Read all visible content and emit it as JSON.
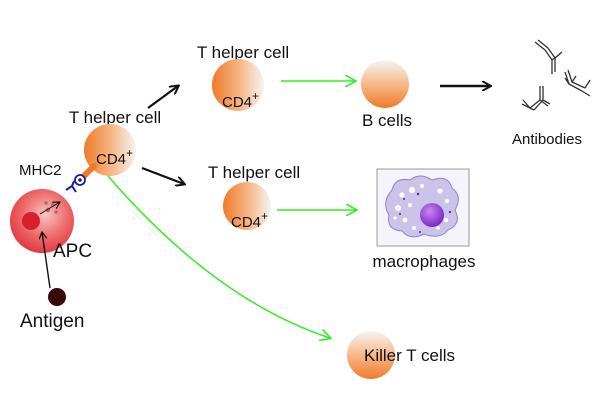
{
  "labels": {
    "th_left": "T helper cell",
    "th_top": "T helper cell",
    "th_mid": "T helper cell",
    "cd4": "CD4",
    "sup": "+",
    "mhc2": "MHC2",
    "apc": "APC",
    "antigen": "Antigen",
    "bcells": "B cells",
    "antibodies": "Antibodies",
    "macrophages": "macrophages",
    "killer": "Killer T cells"
  },
  "colors": {
    "cell_orange": "#f07a2a",
    "cell_light": "#f2f2f2",
    "apc_red": "#e8303a",
    "green_arrow": "#33ee22",
    "black_arrow": "#111111",
    "antigen": "#3a0a0a",
    "macrophage_body": "#c9c2e8",
    "macrophage_nucleus": "#8a2ad0",
    "receptor": "#1a1aa0"
  },
  "icons": [
    "antibody-icon",
    "macrophage-icon"
  ]
}
